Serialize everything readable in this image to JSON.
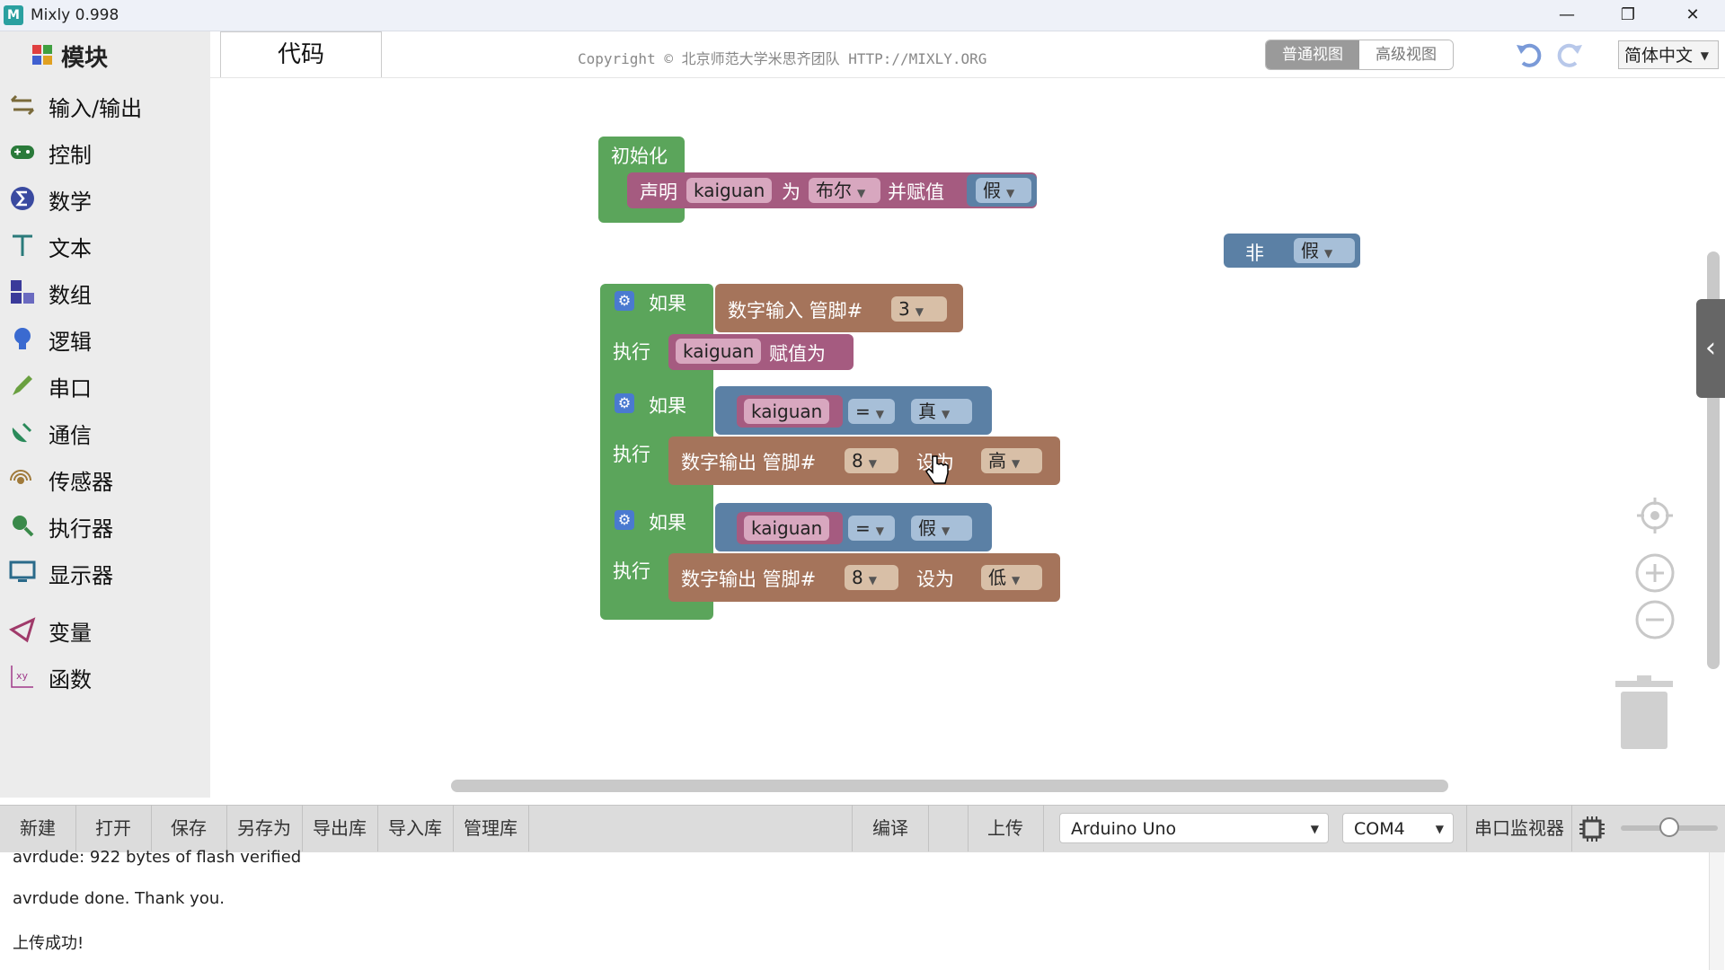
{
  "window": {
    "logo_text": "M",
    "title": "Mixly 0.998",
    "minimize": "—",
    "maximize": "❐",
    "close": "✕"
  },
  "sidebar": {
    "header": "模块",
    "items": [
      {
        "label": "输入/输出",
        "icon": "io-arrows-icon",
        "color": "#7a6a3a"
      },
      {
        "label": "控制",
        "icon": "gamepad-icon",
        "color": "#2a7a3a"
      },
      {
        "label": "数学",
        "icon": "sigma-icon",
        "color": "#3a4aa0"
      },
      {
        "label": "文本",
        "icon": "text-t-icon",
        "color": "#2a7a7a"
      },
      {
        "label": "数组",
        "icon": "blocks-icon",
        "color": "#3a3a9a"
      },
      {
        "label": "逻辑",
        "icon": "bulb-icon",
        "color": "#3a6ad0"
      },
      {
        "label": "串口",
        "icon": "pen-icon",
        "color": "#6aa040"
      },
      {
        "label": "通信",
        "icon": "satellite-icon",
        "color": "#2a8a5a"
      },
      {
        "label": "传感器",
        "icon": "sensor-icon",
        "color": "#a07a3a"
      },
      {
        "label": "执行器",
        "icon": "actuator-icon",
        "color": "#3a8a4a"
      },
      {
        "label": "显示器",
        "icon": "monitor-icon",
        "color": "#2a6a8a"
      },
      {
        "label": "变量",
        "icon": "variable-icon",
        "color": "#a03a6a"
      },
      {
        "label": "函数",
        "icon": "function-xy-icon",
        "color": "#a03a8a"
      }
    ]
  },
  "header": {
    "tab_code": "代码",
    "copyright": "Copyright © 北京师范大学米思齐团队 HTTP://MIXLY.ORG",
    "view_normal": "普通视图",
    "view_advanced": "高级视图",
    "language": "简体中文"
  },
  "blocks": {
    "init": {
      "label": "初始化",
      "declare": "声明",
      "var": "kaiguan",
      "as": "为",
      "type": "布尔",
      "assign": "并赋值",
      "value": "假"
    },
    "not_block": {
      "label": "非",
      "value": "假"
    },
    "if1": {
      "if": "如果",
      "do": "执行",
      "cond": "数字输入 管脚#",
      "pin": "3",
      "var": "kaiguan",
      "assign": "赋值为"
    },
    "if2": {
      "if": "如果",
      "do": "执行",
      "var": "kaiguan",
      "op": "=",
      "val": "真",
      "out": "数字输出 管脚#",
      "pin": "8",
      "set": "设为",
      "level": "高"
    },
    "if3": {
      "if": "如果",
      "do": "执行",
      "var": "kaiguan",
      "op": "=",
      "val": "假",
      "out": "数字输出 管脚#",
      "pin": "8",
      "set": "设为",
      "level": "低"
    }
  },
  "toolbar": {
    "new": "新建",
    "open": "打开",
    "save": "保存",
    "save_as": "另存为",
    "export_lib": "导出库",
    "import_lib": "导入库",
    "manage_lib": "管理库",
    "compile": "编译",
    "upload": "上传",
    "board": "Arduino Uno",
    "port": "COM4",
    "serial_monitor": "串口监视器"
  },
  "console": {
    "lines": [
      "avrdude: 922 bytes of flash verified",
      "avrdude done.  Thank you.",
      "上传成功!"
    ]
  },
  "colors": {
    "logic_green": "#5ba55b",
    "variable": "#a55b80",
    "compare": "#5b80a5",
    "io": "#a5745b"
  }
}
